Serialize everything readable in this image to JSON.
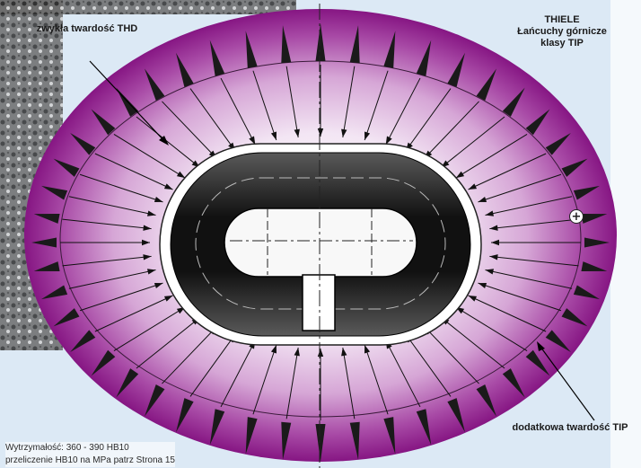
{
  "labels": {
    "standard_hardness": "zwykła twardość THD",
    "thiele_line1": "THIELE",
    "thiele_line2": "Łańcuchy górnicze",
    "thiele_line3": "klasy TIP",
    "additional_hardness": "dodatkowa twardość TIP"
  },
  "footer": {
    "strength": "Wytrzymałość: 360 - 390 HB10",
    "conversion": "przeliczenie HB10 na MPa patrz Strona 15"
  },
  "symbols": {
    "plus": "+"
  },
  "colors": {
    "outer_purple": "#8e1e8a",
    "inner_light": "#f4eaf6",
    "link_dark": "#1c1c1c",
    "background": "#dce9f5"
  }
}
